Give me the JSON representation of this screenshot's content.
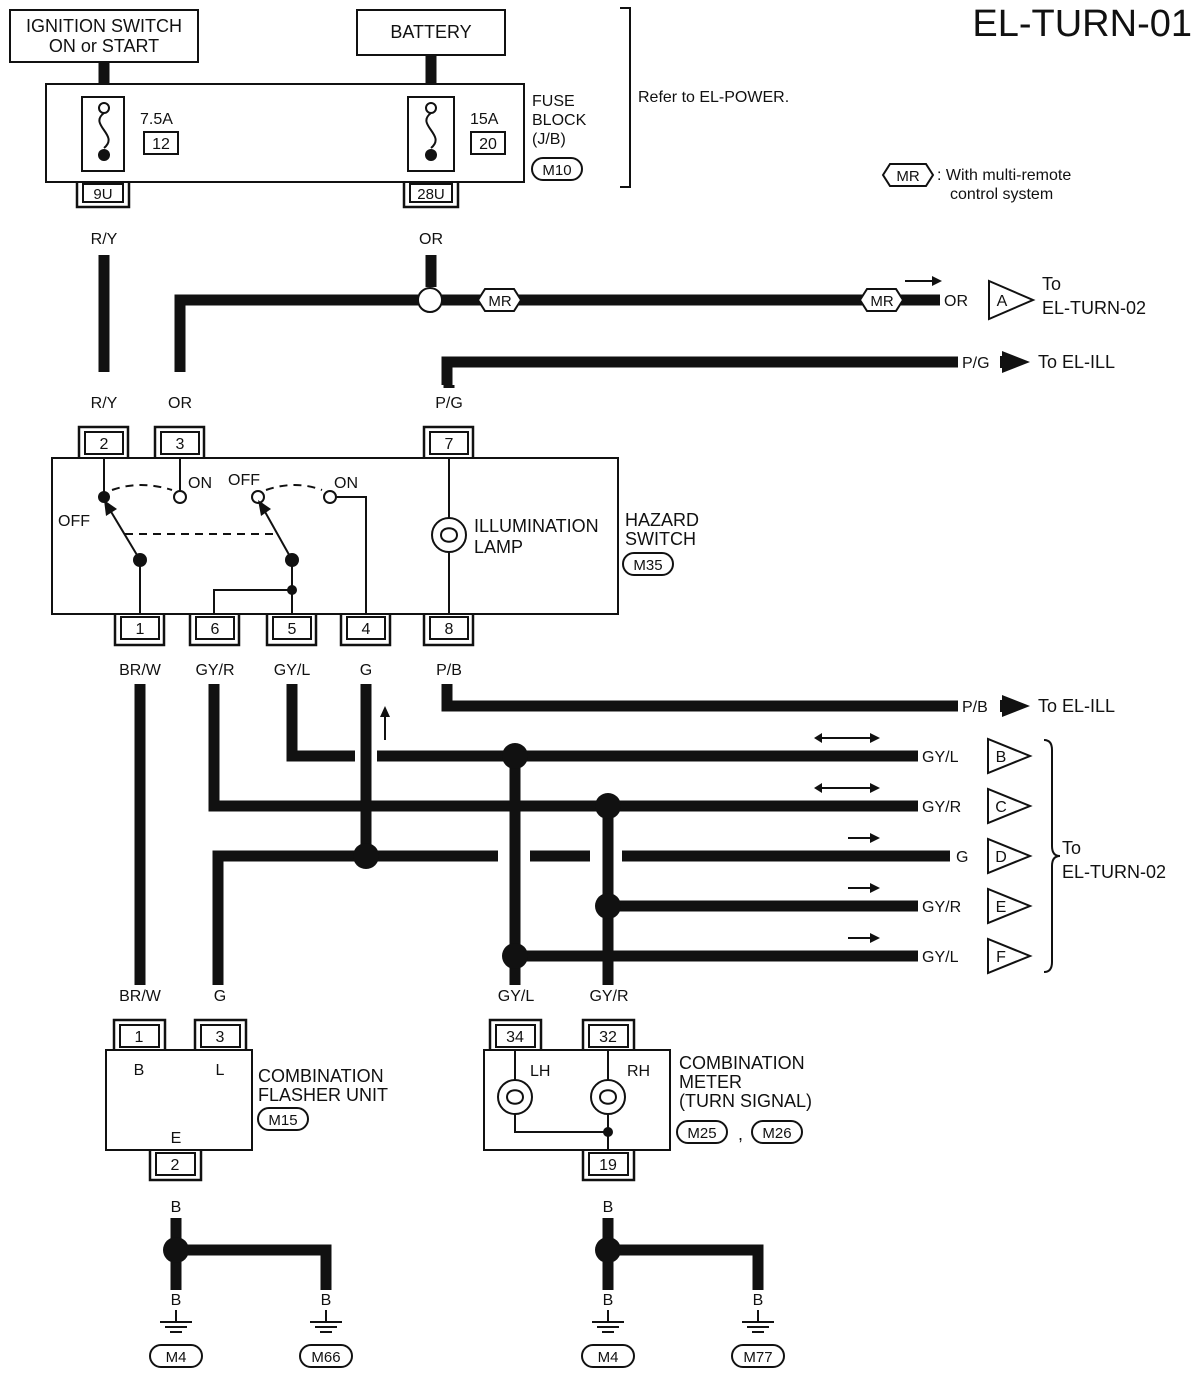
{
  "page": {
    "title": "EL-TURN-01"
  },
  "power": {
    "ignition_line1": "IGNITION SWITCH",
    "ignition_line2": "ON or START",
    "battery": "BATTERY",
    "refer_note": "Refer to EL-POWER."
  },
  "fuse_block": {
    "line1": "FUSE",
    "line2": "BLOCK",
    "line3": "(J/B)",
    "connector": "M10",
    "fuse1": {
      "amp": "7.5A",
      "number": "12",
      "terminal": "9U"
    },
    "fuse2": {
      "amp": "15A",
      "number": "20",
      "terminal": "28U"
    }
  },
  "legend": {
    "tag": "MR",
    "line1": ": With multi-remote",
    "line2": "control system"
  },
  "wires": {
    "ry": "R/Y",
    "or": "OR",
    "pg": "P/G",
    "pb": "P/B",
    "brw": "BR/W",
    "gyr": "GY/R",
    "gyl": "GY/L",
    "g": "G",
    "b": "B"
  },
  "hazard_switch": {
    "name_line1": "HAZARD",
    "name_line2": "SWITCH",
    "connector": "M35",
    "lamp_line1": "ILLUMINATION",
    "lamp_line2": "LAMP",
    "off": "OFF",
    "on": "ON",
    "pins_top": [
      "2",
      "3",
      "7"
    ],
    "pins_bottom": [
      "1",
      "6",
      "5",
      "4",
      "8"
    ]
  },
  "outputs": {
    "a": "A",
    "b": "B",
    "c": "C",
    "d": "D",
    "e": "E",
    "f": "F",
    "to": "To",
    "turn02": "EL-TURN-02",
    "to_ill": "To EL-ILL"
  },
  "flasher": {
    "line1": "COMBINATION",
    "line2": "FLASHER UNIT",
    "connector": "M15",
    "pin_b": "1",
    "pin_l": "3",
    "pin_e": "2",
    "label_b": "B",
    "label_l": "L",
    "label_e": "E"
  },
  "meter": {
    "line1": "COMBINATION",
    "line2": "METER",
    "line3": "(TURN SIGNAL)",
    "connector1": "M25",
    "separator": ",",
    "connector2": "M26",
    "pin_lh": "34",
    "pin_rh": "32",
    "pin_ground": "19",
    "lh": "LH",
    "rh": "RH"
  },
  "grounds": [
    "M4",
    "M66",
    "M4",
    "M77"
  ]
}
